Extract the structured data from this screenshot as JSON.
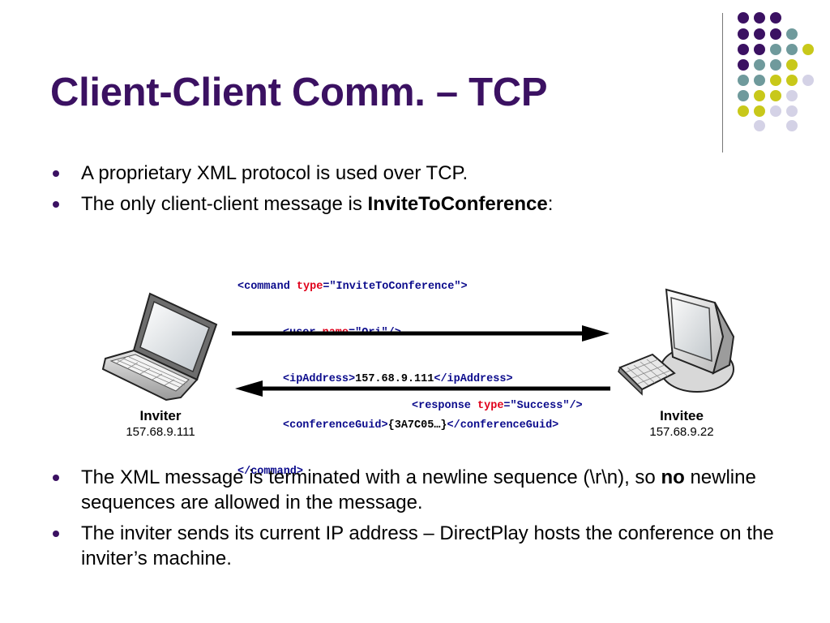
{
  "title": "Client-Client Comm. – TCP",
  "bullets_top": [
    {
      "segments": [
        {
          "text": "A proprietary XML protocol is used over TCP.",
          "bold": false
        }
      ]
    },
    {
      "segments": [
        {
          "text": "The only client-client message is ",
          "bold": false
        },
        {
          "text": "InviteToConference",
          "bold": true
        },
        {
          "text": ":",
          "bold": false
        }
      ]
    }
  ],
  "code": {
    "line1": {
      "open": "<command ",
      "attr": "type",
      "eq": "=",
      "val": "\"InviteToConference\"",
      "close": ">"
    },
    "line2": {
      "open": "<user ",
      "attr": "name",
      "eq": "=",
      "val": "\"Ori\"",
      "close": "/>"
    },
    "line3": {
      "open": "<ipAddress>",
      "text": "157.68.9.111",
      "close": "</ipAddress>"
    },
    "line4": {
      "open": "<conferenceGuid>",
      "text": "{3A7C05…}",
      "close": "</conferenceGuid>"
    },
    "line5": {
      "close": "</command>"
    }
  },
  "response": {
    "open": "<response ",
    "attr": "type",
    "eq": "=",
    "val": "\"Success\"",
    "close": "/>"
  },
  "inviter": {
    "name": "Inviter",
    "ip": "157.68.9.111"
  },
  "invitee": {
    "name": "Invitee",
    "ip": "157.68.9.22"
  },
  "bullets_bottom": [
    {
      "segments": [
        {
          "text": "The XML message is terminated with a newline sequence (\\r\\n), so ",
          "bold": false
        },
        {
          "text": "no",
          "bold": true
        },
        {
          "text": " newline sequences are allowed in the message.",
          "bold": false
        }
      ]
    },
    {
      "segments": [
        {
          "text": "The inviter sends its current IP address – DirectPlay hosts the conference on the inviter’s machine.",
          "bold": false
        }
      ]
    }
  ],
  "colors": {
    "title": "#3b1162",
    "tag": "#0b0b8c",
    "attr": "#e0001b",
    "dot_purple": "#3b1162",
    "dot_teal": "#6f9a9c",
    "dot_yellow": "#c8c81a",
    "dot_lavender": "#d4d2e6"
  }
}
